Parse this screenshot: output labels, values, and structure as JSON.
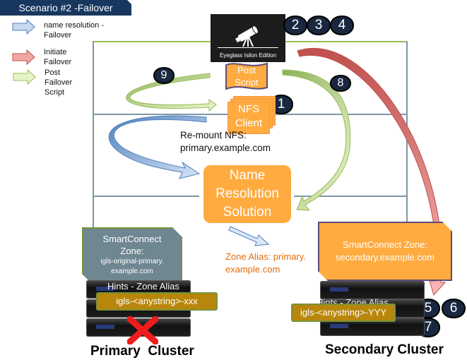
{
  "title": "Scenario #2 -Failover",
  "legend": [
    {
      "label_lines": [
        "name resolution -",
        "Failover"
      ],
      "color": "#4f81bd",
      "fill": "#c6d9f1",
      "meaning": "name resolution"
    },
    {
      "label_lines": [
        "Initiate",
        "Failover"
      ],
      "color": "#c0504d",
      "fill": "#f2a7a5",
      "meaning": "initiate failover"
    },
    {
      "label_lines": [
        "Post",
        "Failover",
        "Script"
      ],
      "color": "#9bbb59",
      "fill": "#e6f5c6",
      "meaning": "post failover script"
    }
  ],
  "eyeglass": {
    "caption": "Eyeglass Isilon Edition",
    "icon": "telescope-icon"
  },
  "post_script": {
    "lines": [
      "Post",
      "Script"
    ]
  },
  "nfs_client": {
    "lines": [
      "NFS",
      "Client"
    ]
  },
  "remount_text": {
    "lines": [
      "Re-mount NFS:",
      "primary.example.com"
    ]
  },
  "name_resolution": {
    "lines": [
      "Name",
      "Resolution",
      "Solution"
    ]
  },
  "zone_alias_text": {
    "lines": [
      "Zone Alias: primary.",
      "example.com"
    ]
  },
  "primary": {
    "smartconnect_lines": [
      "SmartConnect",
      "Zone:"
    ],
    "smartconnect_detail": [
      "igls-original-primary.",
      "example.com"
    ],
    "hints": "Hints - Zone Alias",
    "alias": "igls-<anystring>-xxx",
    "title": "Primary  Cluster",
    "failed": true
  },
  "secondary": {
    "smartconnect_lines": [
      "SmartConnect Zone:",
      "secondary.example.com"
    ],
    "hints": "Hints - Zone Alias",
    "alias": "igls-<anystring>-YYY",
    "title": "Secondary Cluster"
  },
  "steps": {
    "s1": "1",
    "s2": "2",
    "s3": "3",
    "s4": "4",
    "s5": "5",
    "s6": "6",
    "s7": "7",
    "s8": "8",
    "s9": "9"
  },
  "colors": {
    "banner": "#17375e",
    "orange": "#ffab40",
    "orange_text": "#e46c0a",
    "grid_green": "#9bbb59",
    "grid_gray": "#7f97a5",
    "alias_gold": "#b8860b",
    "slate": "#6f8791",
    "badge": "#17283f"
  }
}
